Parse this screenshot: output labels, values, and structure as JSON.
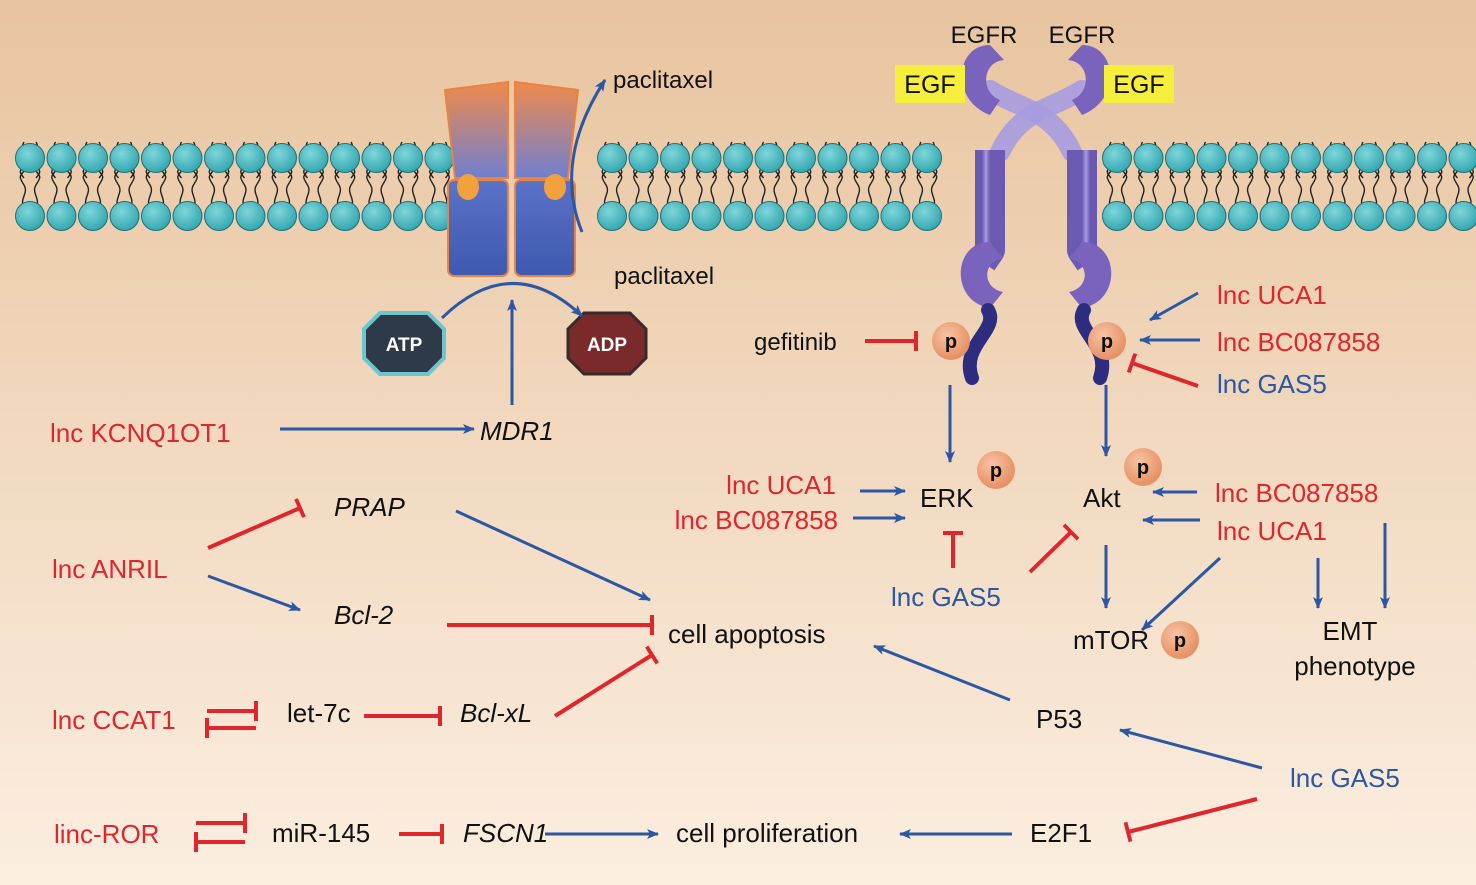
{
  "membrane": {
    "efflux_drug_top": "paclitaxel",
    "efflux_drug_bottom": "paclitaxel"
  },
  "receptor": {
    "left": "EGFR",
    "right": "EGFR",
    "ligand_left": "EGF",
    "ligand_right": "EGF",
    "phospho": "p"
  },
  "energy": {
    "atp": "ATP",
    "adp": "ADP"
  },
  "labels": {
    "kcnq1ot1": "lnc KCNQ1OT1",
    "mdr1": "MDR1",
    "gefitinib": "gefitinib",
    "uca1_top": "lnc UCA1",
    "bc087858_top": "lnc BC087858",
    "gas5_top": "lnc GAS5",
    "uca1_erk": "lnc UCA1",
    "bc087858_erk": "lnc BC087858",
    "erk": "ERK",
    "akt": "Akt",
    "bc087858_akt": "lnc BC087858",
    "uca1_akt": "lnc UCA1",
    "gas5_mid": "lnc GAS5",
    "mtor": "mTOR",
    "emt_line1": "EMT",
    "emt_line2": "phenotype",
    "anril": "lnc ANRIL",
    "prap": "PRAP",
    "bcl2": "Bcl-2",
    "apoptosis": "cell apoptosis",
    "ccat1": "lnc CCAT1",
    "let7c": "let-7c",
    "bclxl": "Bcl-xL",
    "p53": "P53",
    "gas5_bottom": "lnc GAS5",
    "linc_ror": "linc-ROR",
    "mir145": "miR-145",
    "fscn1": "FSCN1",
    "proliferation": "cell proliferation",
    "e2f1": "E2F1"
  },
  "colors": {
    "background_top": "#e8c49f",
    "background_bottom": "#fbeee0",
    "lipid_head": "#3fb6bd",
    "activation_arrow": "#2b57a3",
    "inhibition_arrow": "#e0262d",
    "oncogenic_lnc": "#e0262d",
    "suppressor_lnc": "#2b57a3",
    "egf_highlight": "#f5ee3a",
    "phospho_circle": "#eea47d"
  }
}
